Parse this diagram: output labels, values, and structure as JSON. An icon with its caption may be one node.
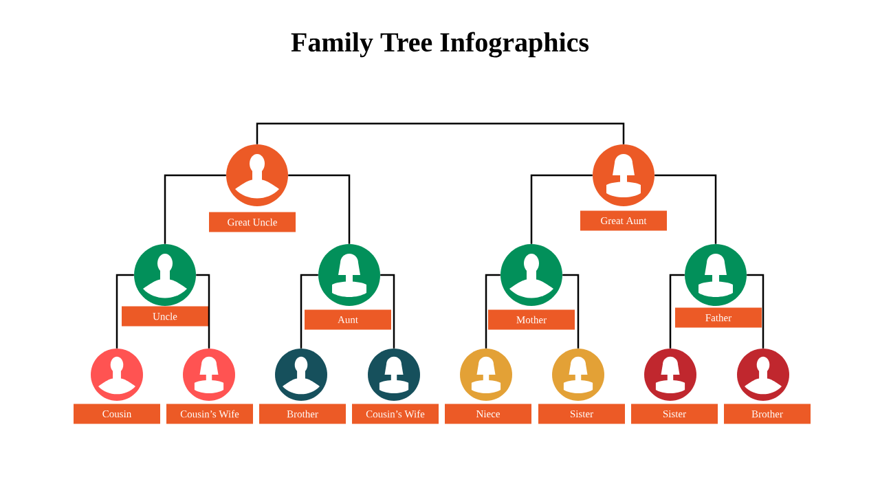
{
  "diagram": {
    "title": "Family Tree Infographics",
    "nodes": [
      {
        "text": [],
        "shape": "person",
        "beside": [
          "Great Uncle"
        ]
      },
      {
        "text": [],
        "shape": "person",
        "beside": [
          "Great Aunt"
        ]
      },
      {
        "text": [],
        "shape": "person",
        "beside": [
          "Uncle"
        ]
      },
      {
        "text": [],
        "shape": "person",
        "beside": [
          "Aunt"
        ]
      },
      {
        "text": [],
        "shape": "person",
        "beside": [
          "Mother"
        ]
      },
      {
        "text": [],
        "shape": "person",
        "beside": [
          "Father"
        ]
      },
      {
        "text": [],
        "shape": "person",
        "beside": [
          "Cousin"
        ]
      },
      {
        "text": [],
        "shape": "person",
        "beside": [
          "Cousin’s Wife"
        ]
      },
      {
        "text": [],
        "shape": "person",
        "beside": [
          "Brother"
        ]
      },
      {
        "text": [],
        "shape": "person",
        "beside": [
          "Cousin’s Wife"
        ]
      },
      {
        "text": [],
        "shape": "person",
        "beside": [
          "Niece"
        ]
      },
      {
        "text": [],
        "shape": "person",
        "beside": [
          "Sister"
        ]
      },
      {
        "text": [],
        "shape": "person",
        "beside": [
          "Sister"
        ]
      },
      {
        "text": [],
        "shape": "person",
        "beside": [
          "Brother"
        ]
      }
    ],
    "edges": [
      {
        "from": 0,
        "to": 1,
        "arrow": "none"
      },
      {
        "from": 0,
        "to": 2,
        "arrow": "none"
      },
      {
        "from": 0,
        "to": 3,
        "arrow": "none"
      },
      {
        "from": 1,
        "to": 4,
        "arrow": "none"
      },
      {
        "from": 1,
        "to": 5,
        "arrow": "none"
      },
      {
        "from": 2,
        "to": 6,
        "arrow": "none"
      },
      {
        "from": 2,
        "to": 7,
        "arrow": "none"
      },
      {
        "from": 3,
        "to": 8,
        "arrow": "none"
      },
      {
        "from": 3,
        "to": 9,
        "arrow": "none"
      },
      {
        "from": 4,
        "to": 10,
        "arrow": "none"
      },
      {
        "from": 4,
        "to": 11,
        "arrow": "none"
      },
      {
        "from": 5,
        "to": 12,
        "arrow": "none"
      },
      {
        "from": 5,
        "to": 13,
        "arrow": "none"
      }
    ]
  }
}
